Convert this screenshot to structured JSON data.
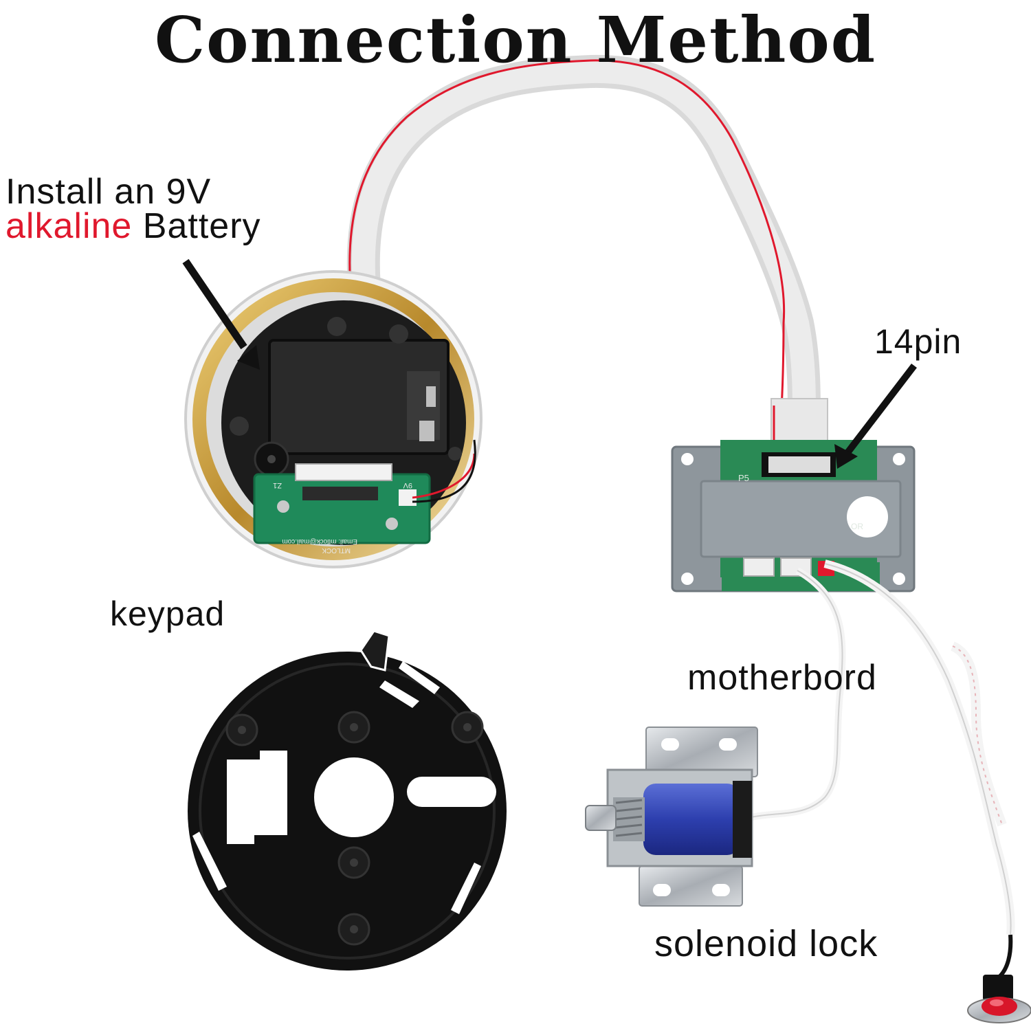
{
  "title": "Connection Method",
  "battery_label": {
    "line1": "Install an 9V",
    "highlight": "alkaline",
    "rest": " Battery",
    "highlight_color": "#e0182d"
  },
  "labels": {
    "pin": "14pin",
    "keypad": "keypad",
    "motherboard": "motherbord",
    "solenoid": "solenoid lock"
  },
  "pcb_text": {
    "z1": "Z1",
    "voltage": "9V",
    "brand": "MTLOCK",
    "email": "Email: mtlock@mail.com",
    "p5": "P5",
    "or": "OR"
  },
  "colors": {
    "text": "#111111",
    "accent_red": "#e0182d",
    "pcb_green": "#1f8a5a",
    "housing_gray": "#8e969c",
    "ring_gold": "#c9a34a"
  },
  "icons": {
    "push_button": "red-push-button-icon"
  }
}
